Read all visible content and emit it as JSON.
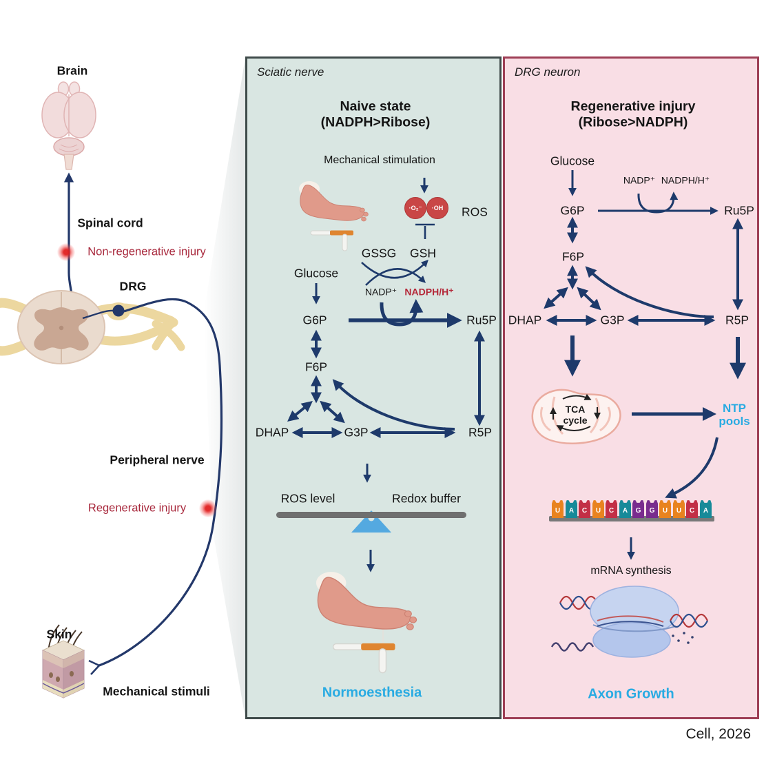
{
  "left": {
    "brain": "Brain",
    "spinal_cord": "Spinal cord",
    "non_regenerative": "Non-regenerative injury",
    "drg": "DRG",
    "peripheral_nerve": "Peripheral nerve",
    "regenerative": "Regenerative injury",
    "skin": "Skin",
    "mechanical_stimuli": "Mechanical stimuli"
  },
  "sciatic": {
    "tag": "Sciatic nerve",
    "title1": "Naive state",
    "title2": "(NADPH>Ribose)",
    "mech_stim": "Mechanical stimulation",
    "ros_o2": "·O₂⁻",
    "ros_oh": "·OH",
    "ros": "ROS",
    "gssg": "GSSG",
    "gsh": "GSH",
    "nadp": "NADP⁺",
    "nadph": "NADPH/H⁺",
    "glucose": "Glucose",
    "g6p": "G6P",
    "ru5p": "Ru5P",
    "f6p": "F6P",
    "dhap": "DHAP",
    "g3p": "G3P",
    "r5p": "R5P",
    "ros_level": "ROS level",
    "redox_buffer": "Redox buffer",
    "outcome": "Normoesthesia"
  },
  "drg": {
    "tag": "DRG neuron",
    "title1": "Regenerative injury",
    "title2": "(Ribose>NADPH)",
    "glucose": "Glucose",
    "nadp": "NADP⁺",
    "nadph": "NADPH/H⁺",
    "g6p": "G6P",
    "ru5p": "Ru5P",
    "f6p": "F6P",
    "dhap": "DHAP",
    "g3p": "G3P",
    "r5p": "R5P",
    "tca1": "TCA",
    "tca2": "cycle",
    "ntp1": "NTP",
    "ntp2": "pools",
    "rna": [
      "U",
      "A",
      "C",
      "U",
      "C",
      "A",
      "G",
      "G",
      "U",
      "U",
      "C",
      "A"
    ],
    "mrna": "mRNA synthesis",
    "outcome": "Axon Growth"
  },
  "footer": {
    "citation": "Cell, 2026"
  },
  "colors": {
    "arrow_navy": "#1e3a6b",
    "accent_cyan": "#29abe2",
    "injury_red": "#a8283c",
    "nadph_red": "#b42738",
    "sciatic_bg": "#d9e6e2",
    "sciatic_border": "#3f4b4a",
    "drg_bg": "#f9dee5",
    "drg_border": "#9e3e55",
    "rna_u": "#e8831f",
    "rna_a": "#178a99",
    "rna_c": "#c22f46",
    "rna_g": "#792c8e",
    "ros_circle": "#c94646",
    "scale_bar": "#6f6f6f",
    "scale_fulcrum": "#54a9e0"
  }
}
